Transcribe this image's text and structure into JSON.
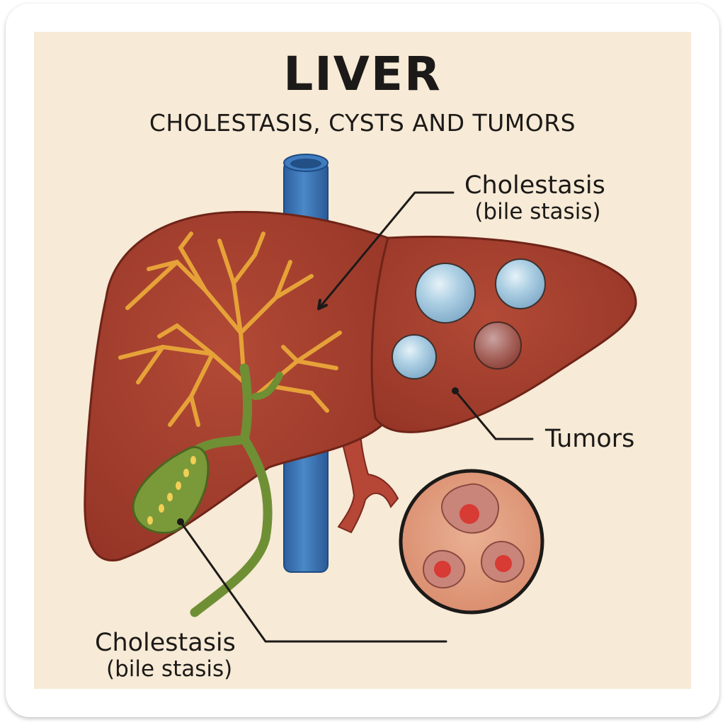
{
  "title": "LIVER",
  "subtitle": "CHOLESTASIS, CYSTS AND TUMORS",
  "labels": {
    "cholestasis_top": {
      "line1": "Cholestasis",
      "line2": "(bile stasis)"
    },
    "tumors": "Tumors",
    "cholestasis_bottom": {
      "line1": "Cholestasis",
      "line2": "(bile stasis)"
    }
  },
  "structures": [
    {
      "name": "liver-right-lobe",
      "color": "#a8402e"
    },
    {
      "name": "liver-left-lobe",
      "color": "#a8402e"
    },
    {
      "name": "bile-ducts",
      "color": "#e8a33a"
    },
    {
      "name": "gallbladder",
      "color": "#7a9a3a"
    },
    {
      "name": "inferior-vena-cava",
      "color": "#3a74b8"
    },
    {
      "name": "hepatic-artery",
      "color": "#b94a38"
    },
    {
      "name": "cysts",
      "count": 3,
      "color": "#a9cde3"
    },
    {
      "name": "tumor-nodule",
      "count": 1,
      "color": "#a65a4c"
    },
    {
      "name": "tumor-magnified-inset",
      "nodules": 3,
      "color": "#e6a487"
    }
  ],
  "colors": {
    "background": "#f7ead6",
    "card": "#ffffff",
    "text": "#1c1a18",
    "leader_lines": "#1c1a18"
  }
}
